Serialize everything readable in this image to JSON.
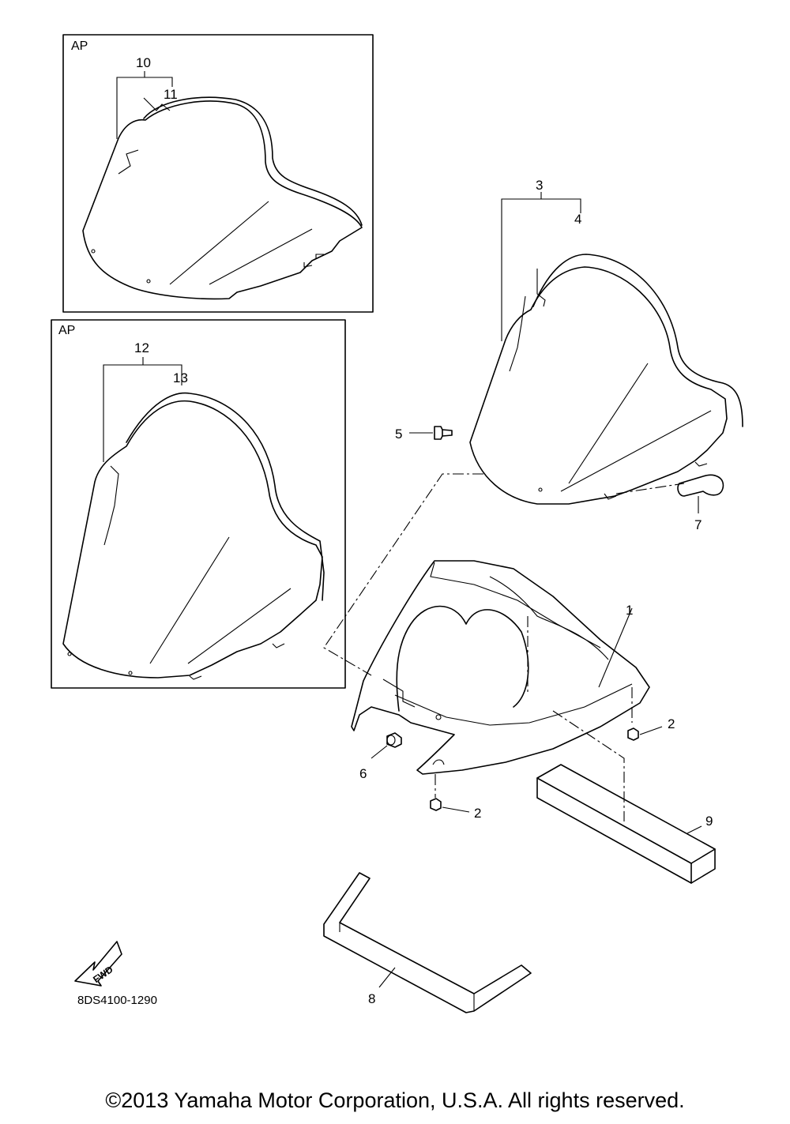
{
  "diagram": {
    "inset_top": {
      "tag": "AP",
      "callouts": [
        "10",
        "11"
      ]
    },
    "inset_bottom": {
      "tag": "AP",
      "callouts": [
        "12",
        "13"
      ]
    },
    "callouts": {
      "c1": "1",
      "c2a": "2",
      "c2b": "2",
      "c3": "3",
      "c4": "4",
      "c5": "5",
      "c6": "6",
      "c7": "7",
      "c8": "8",
      "c9": "9"
    },
    "fwd_label": "FWD",
    "diagram_code": "8DS4100-1290"
  },
  "footer": {
    "copyright": "©2013 Yamaha Motor Corporation, U.S.A. All rights reserved."
  }
}
